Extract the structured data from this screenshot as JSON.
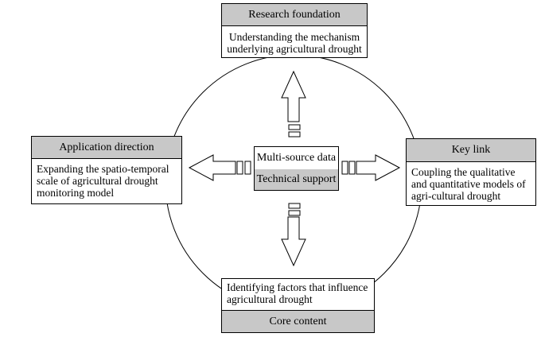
{
  "boxes": {
    "top": {
      "heading": "Research foundation",
      "text": "Understanding the mechanism underlying agricultural drought"
    },
    "left": {
      "heading": "Application direction",
      "text": "Expanding the spatio-temporal scale of agricultural drought monitoring model"
    },
    "right": {
      "heading": "Key link",
      "text": "Coupling the qualitative and quantitative models of agri-cultural drought"
    },
    "bottom": {
      "heading": "Core content",
      "text": "Identifying factors that influence agricultural drought"
    },
    "center": {
      "top": "Multi-source data",
      "bottom": "Technical support"
    }
  },
  "colors": {
    "heading_fill": "#c8c8c8",
    "line": "#000000"
  }
}
